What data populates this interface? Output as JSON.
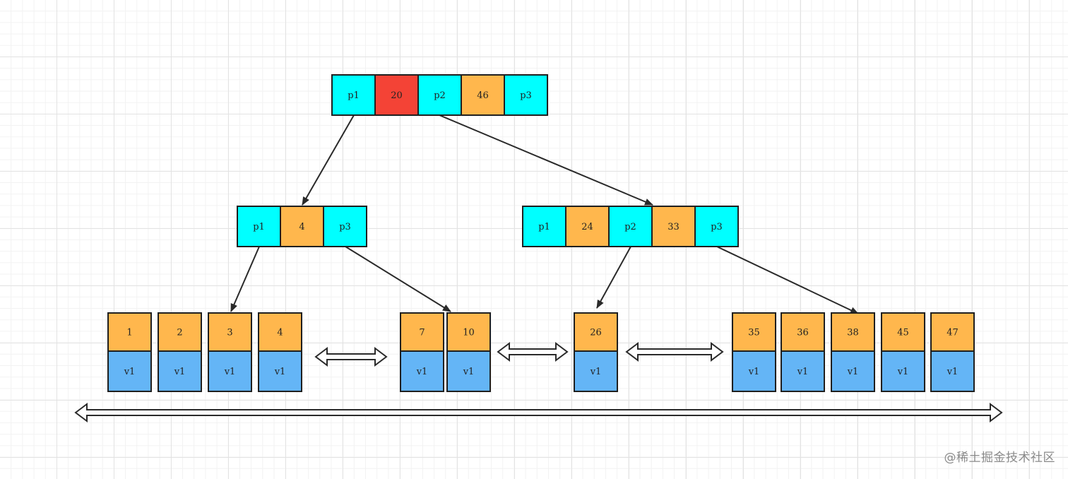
{
  "colors": {
    "pointer": "#00ffff",
    "root_key": "#f44336",
    "key": "#ffb74d",
    "value": "#64b5f6",
    "border": "#1f1f1f",
    "arrow": "#2a2a2a"
  },
  "tree": {
    "root": {
      "cells": [
        {
          "text": "p1",
          "kind": "pointer"
        },
        {
          "text": "20",
          "kind": "root_key"
        },
        {
          "text": "p2",
          "kind": "pointer"
        },
        {
          "text": "46",
          "kind": "key"
        },
        {
          "text": "p3",
          "kind": "pointer"
        }
      ]
    },
    "internal": [
      {
        "id": "internal-left",
        "cells": [
          {
            "text": "p1",
            "kind": "pointer"
          },
          {
            "text": "4",
            "kind": "key"
          },
          {
            "text": "p3",
            "kind": "pointer"
          }
        ]
      },
      {
        "id": "internal-right",
        "cells": [
          {
            "text": "p1",
            "kind": "pointer"
          },
          {
            "text": "24",
            "kind": "key"
          },
          {
            "text": "p2",
            "kind": "pointer"
          },
          {
            "text": "33",
            "kind": "key"
          },
          {
            "text": "p3",
            "kind": "pointer"
          }
        ]
      }
    ],
    "leaves": [
      {
        "id": "leaf-1",
        "entries": [
          {
            "key": "1",
            "value": "v1"
          },
          {
            "key": "2",
            "value": "v1"
          },
          {
            "key": "3",
            "value": "v1"
          },
          {
            "key": "4",
            "value": "v1"
          }
        ]
      },
      {
        "id": "leaf-2",
        "entries": [
          {
            "key": "7",
            "value": "v1"
          },
          {
            "key": "10",
            "value": "v1"
          }
        ]
      },
      {
        "id": "leaf-3",
        "entries": [
          {
            "key": "26",
            "value": "v1"
          }
        ]
      },
      {
        "id": "leaf-4",
        "entries": [
          {
            "key": "35",
            "value": "v1"
          },
          {
            "key": "36",
            "value": "v1"
          },
          {
            "key": "38",
            "value": "v1"
          },
          {
            "key": "45",
            "value": "v1"
          },
          {
            "key": "47",
            "value": "v1"
          }
        ]
      }
    ]
  },
  "watermark": "@稀土掘金技术社区"
}
